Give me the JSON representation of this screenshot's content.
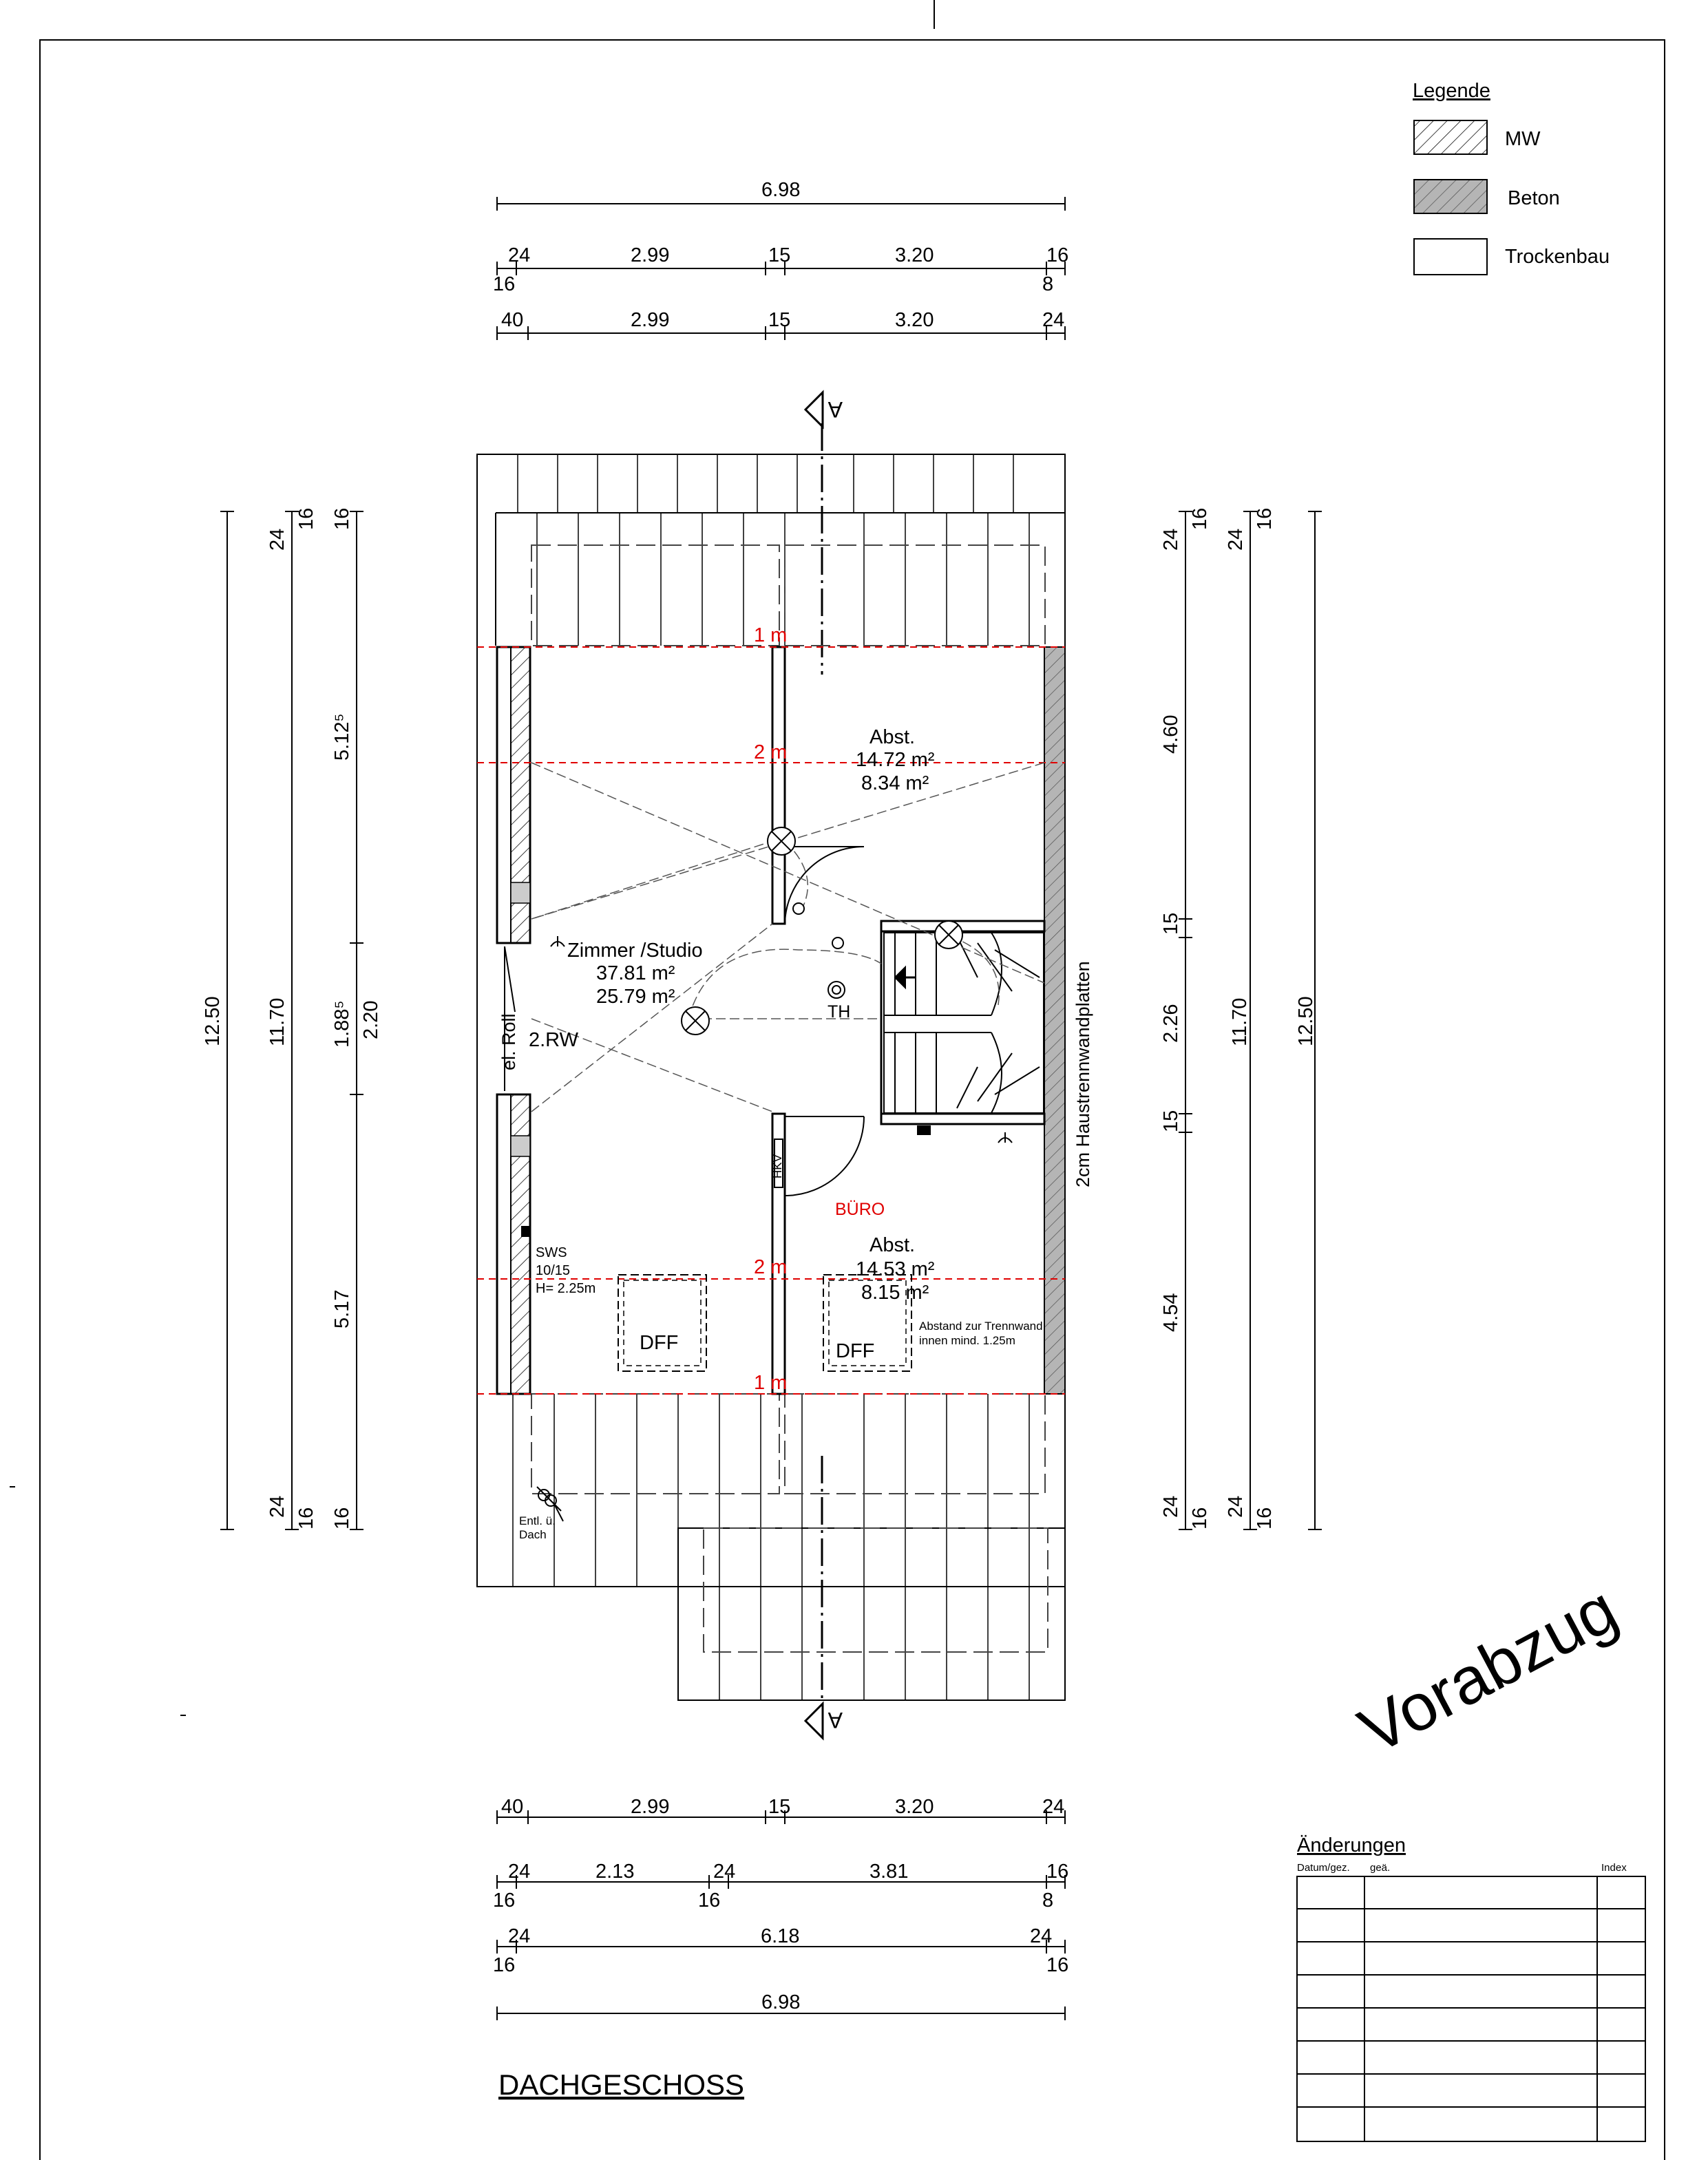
{
  "legend": {
    "title": "Legende",
    "items": [
      {
        "label": "MW",
        "pattern": "hatch"
      },
      {
        "label": "Beton",
        "pattern": "hatch-gray"
      },
      {
        "label": "Trockenbau",
        "pattern": "empty"
      }
    ]
  },
  "dims_top": {
    "overall": "6.98",
    "row1": {
      "a": "24",
      "a_below": "16",
      "b": "2.99",
      "c": "15",
      "d": "3.20",
      "e": "16",
      "e_below": "8"
    },
    "row2": {
      "a": "40",
      "b": "2.99",
      "c": "15",
      "d": "3.20",
      "e": "24"
    }
  },
  "dims_bottom": {
    "row1": {
      "a": "40",
      "b": "2.99",
      "c": "15",
      "d": "3.20",
      "e": "24"
    },
    "row2": {
      "a": "24",
      "a_below": "16",
      "b": "2.13",
      "c": "24",
      "c_below": "16",
      "d": "3.81",
      "e": "16",
      "e_below": "8"
    },
    "row3": {
      "a": "24",
      "a_below": "16",
      "b": "6.18",
      "c": "24",
      "c_below": "16"
    },
    "overall": "6.98"
  },
  "dims_left": {
    "total": "12.50",
    "inner": "11.70",
    "top_24": "24",
    "top_16": "16",
    "bot_24": "24",
    "bot_16": "16",
    "seg_upper": "5.12⁵",
    "seg_mid": "1.88⁵",
    "seg_mid2": "2.20",
    "seg_lower": "5.17",
    "top_16b": "16",
    "bot_16b": "16"
  },
  "dims_right": {
    "a24": "24",
    "a16": "16",
    "b24": "24",
    "b16": "16",
    "seg1": "4.60",
    "seg2": "15",
    "seg3": "2.26",
    "seg4": "15",
    "seg5": "4.54",
    "inner": "11.70",
    "total": "12.50",
    "c24": "24",
    "c16": "16",
    "d24": "24",
    "d16": "16"
  },
  "section_marker": "A",
  "rooms": {
    "abst_top": {
      "name": "Abst.",
      "area1": "14.72 m²",
      "area2": "8.34 m²"
    },
    "zimmer": {
      "name": "Zimmer /Studio",
      "area1": "37.81 m²",
      "area2": "25.79 m²"
    },
    "abst_bottom": {
      "name": "Abst.",
      "area1": "14.53 m²",
      "area2": "8.15 m²"
    },
    "buero": "BÜRO"
  },
  "labels": {
    "h1_top": "1 m",
    "h2_top": "2 m",
    "h2_bottom": "2 m",
    "h1_bottom": "1 m",
    "rw": "2.RW",
    "roll": "el. Roll",
    "th": "TH",
    "hkv": "HKV",
    "sws1": "SWS",
    "sws2": "10/15",
    "sws3": "H= 2.25m",
    "dff1": "DFF",
    "dff2": "DFF",
    "abstand1": "Abstand zur Trennwand",
    "abstand2": "innen mind. 1.25m",
    "entl1": "Entl. ü.",
    "entl2": "Dach",
    "haustrenn": "2cm Haustrennwandplatten"
  },
  "stamp": "Vorabzug",
  "title": "DACHGESCHOSS",
  "changes": {
    "title": "Änderungen",
    "col1": "Datum/gez.",
    "col2": "geä.",
    "col3": "Index"
  },
  "colors": {
    "accent": "#e00000",
    "line": "#000000",
    "hatch_gray": "#b5b5b5"
  }
}
